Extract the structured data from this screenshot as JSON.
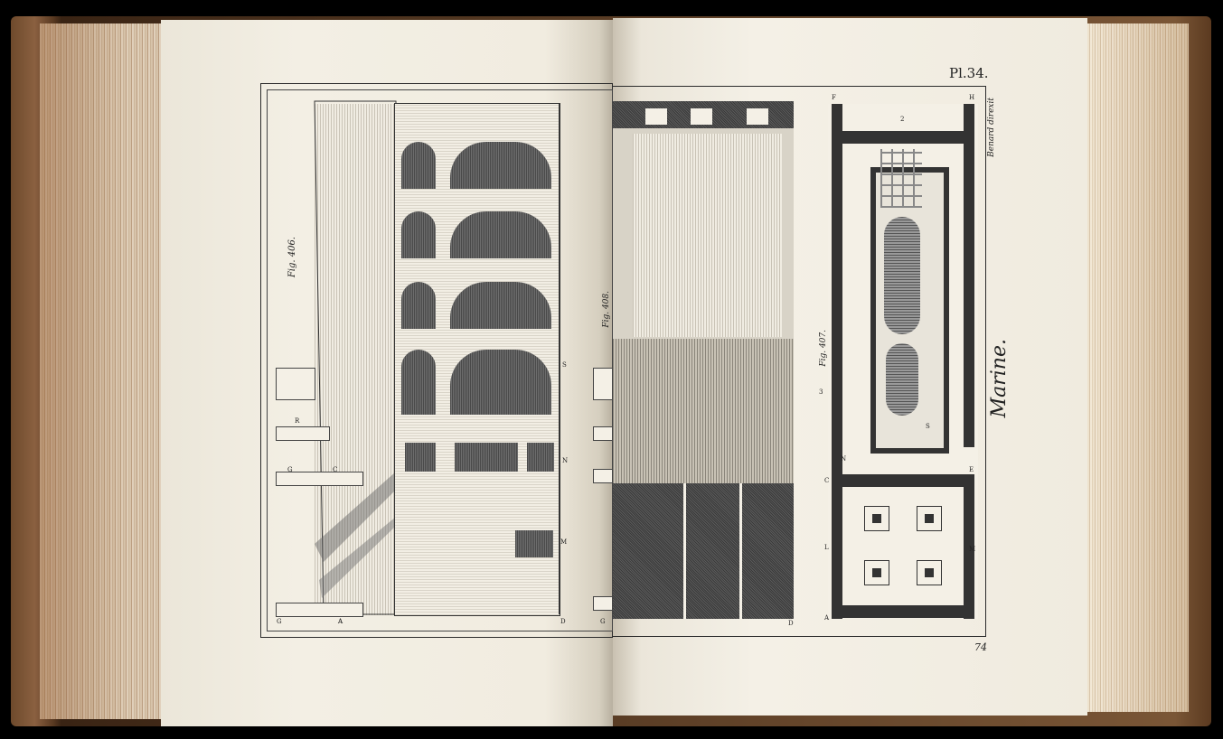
{
  "plate": {
    "number": "Pl.34.",
    "title": "Marine.",
    "subtitle": "Benard direxit",
    "page_number": "74"
  },
  "figures": {
    "left_main": "Fig. 406.",
    "left_side": "Fig. 408.",
    "right": "Fig. 407."
  },
  "letters_left": [
    "G",
    "A",
    "A",
    "R",
    "G",
    "C",
    "M",
    "S",
    "N",
    "D",
    "G"
  ],
  "letters_right": [
    "D",
    "A",
    "L",
    "C",
    "N",
    "S",
    "E",
    "M",
    "F",
    "H",
    "2",
    "3"
  ],
  "colors": {
    "ink": "#2b2b2b",
    "paper": "#f2eee4",
    "leather": "#6e4a2c"
  }
}
